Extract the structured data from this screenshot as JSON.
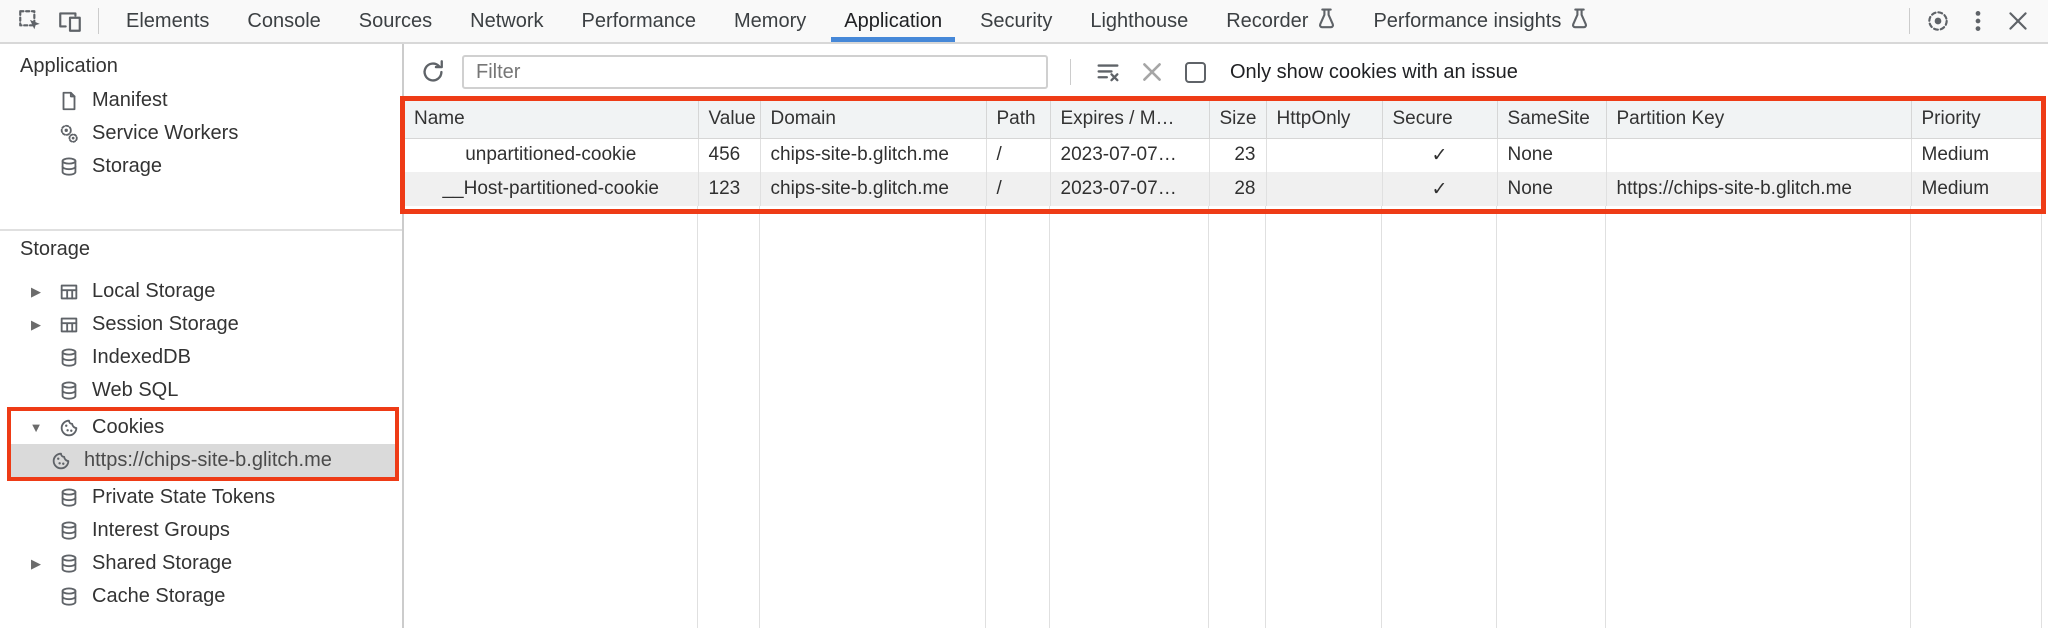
{
  "colors": {
    "annotation-red": "#ee3b16",
    "tab-accent": "#4688d8",
    "selected-row-bg": "#dadada",
    "header-bg": "#f1f3f4",
    "row-alt-bg": "#f0f0f0"
  },
  "tabbar": {
    "left_icons": [
      "inspect-icon",
      "device-toolbar-icon"
    ],
    "right_icons": [
      "settings-gear-icon",
      "more-vertical-icon",
      "close-icon"
    ],
    "tabs": [
      {
        "label": "Elements",
        "selected": false
      },
      {
        "label": "Console",
        "selected": false
      },
      {
        "label": "Sources",
        "selected": false
      },
      {
        "label": "Network",
        "selected": false
      },
      {
        "label": "Performance",
        "selected": false
      },
      {
        "label": "Memory",
        "selected": false
      },
      {
        "label": "Application",
        "selected": true
      },
      {
        "label": "Security",
        "selected": false
      },
      {
        "label": "Lighthouse",
        "selected": false
      },
      {
        "label": "Recorder",
        "selected": false,
        "experiment": true
      },
      {
        "label": "Performance insights",
        "selected": false,
        "experiment": true
      }
    ]
  },
  "sidebar": {
    "sections": [
      {
        "title": "Application",
        "items": [
          {
            "label": "Manifest",
            "icon": "document-icon"
          },
          {
            "label": "Service Workers",
            "icon": "gears-icon"
          },
          {
            "label": "Storage",
            "icon": "database-icon"
          }
        ]
      },
      {
        "title": "Storage",
        "items": [
          {
            "label": "Local Storage",
            "icon": "table-icon",
            "expander": "collapsed"
          },
          {
            "label": "Session Storage",
            "icon": "table-icon",
            "expander": "collapsed"
          },
          {
            "label": "IndexedDB",
            "icon": "database-icon"
          },
          {
            "label": "Web SQL",
            "icon": "database-icon"
          },
          {
            "label": "Cookies",
            "icon": "cookie-icon",
            "expander": "expanded",
            "annotated": true
          },
          {
            "label": "https://chips-site-b.glitch.me",
            "icon": "cookie-icon",
            "child": true,
            "selected": true,
            "annotated": true
          },
          {
            "label": "Private State Tokens",
            "icon": "database-icon"
          },
          {
            "label": "Interest Groups",
            "icon": "database-icon"
          },
          {
            "label": "Shared Storage",
            "icon": "database-icon",
            "expander": "collapsed"
          },
          {
            "label": "Cache Storage",
            "icon": "database-icon"
          }
        ]
      }
    ]
  },
  "toolbar": {
    "icons": [
      "refresh-icon",
      "clear-filter-icon",
      "delete-icon"
    ],
    "filter_placeholder": "Filter",
    "filter_value": "",
    "checkbox_label": "Only show cookies with an issue",
    "checkbox_checked": false
  },
  "cookie_table": {
    "columns": [
      "Name",
      "Value",
      "Domain",
      "Path",
      "Expires / M…",
      "Size",
      "HttpOnly",
      "Secure",
      "SameSite",
      "Partition Key",
      "Priority"
    ],
    "rows": [
      {
        "name": "unpartitioned-cookie",
        "value": "456",
        "domain": "chips-site-b.glitch.me",
        "path": "/",
        "expires": "2023-07-07…",
        "size": "23",
        "http_only": "",
        "secure": "✓",
        "same_site": "None",
        "partition_key": "",
        "priority": "Medium"
      },
      {
        "name": "__Host-partitioned-cookie",
        "value": "123",
        "domain": "chips-site-b.glitch.me",
        "path": "/",
        "expires": "2023-07-07…",
        "size": "28",
        "http_only": "",
        "secure": "✓",
        "same_site": "None",
        "partition_key": "https://chips-site-b.glitch.me",
        "priority": "Medium"
      }
    ]
  }
}
